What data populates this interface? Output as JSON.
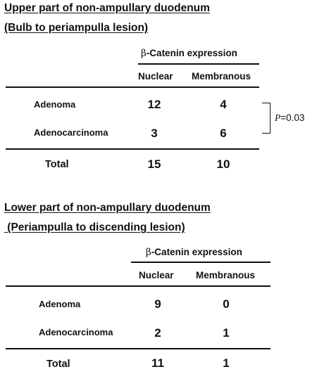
{
  "table1": {
    "title_line1": "Upper part of non-ampullary duodenum",
    "title_line2": "(Bulb to periampulla lesion)",
    "group_header_symbol": "β",
    "group_header_text": "-Catenin expression",
    "col_nuclear": "Nuclear",
    "col_membranous": "Membranous",
    "rows": [
      {
        "label": "Adenoma",
        "nuclear": "12",
        "membranous": "4"
      },
      {
        "label": "Adenocarcinoma",
        "nuclear": "3",
        "membranous": "6"
      }
    ],
    "total": {
      "label": "Total",
      "nuclear": "15",
      "membranous": "10"
    },
    "p_italic": "P",
    "p_value": "=0.03"
  },
  "table2": {
    "title_line1": "Lower part of non-ampullary duodenum",
    "title_line2": " (Periampulla to discending lesion)",
    "group_header_symbol": "β",
    "group_header_text": "-Catenin expression",
    "col_nuclear": "Nuclear",
    "col_membranous": "Membranous",
    "rows": [
      {
        "label": "Adenoma",
        "nuclear": "9",
        "membranous": "0"
      },
      {
        "label": "Adenocarcinoma",
        "nuclear": "2",
        "membranous": "1"
      }
    ],
    "total": {
      "label": "Total",
      "nuclear": "11",
      "membranous": "1"
    }
  }
}
